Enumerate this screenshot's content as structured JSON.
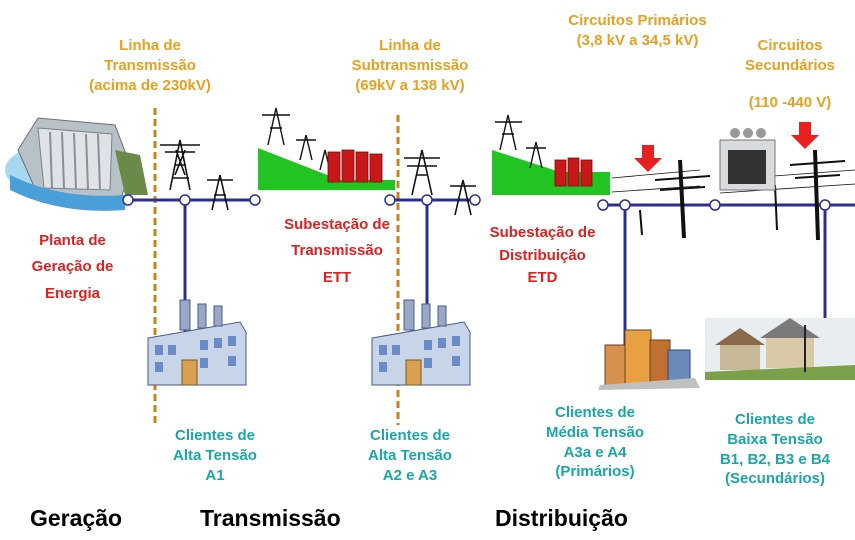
{
  "labels": {
    "linha_transmissao": "Linha de\nTransmissão\n(acima de  230kV)",
    "linha_subtransmissao": "Linha de\nSubtransmissão\n(69kV a 138 kV)",
    "circuitos_primarios": "Circuitos Primários\n(3,8 kV a 34,5 kV)",
    "circuitos_secundarios": "Circuitos\nSecundários",
    "circuitos_secundarios_range": "(110 -440 V)",
    "planta_geracao": "Planta de\nGeração de\nEnergia",
    "subestacao_transmissao": "Subestação de\nTransmissão\nETT",
    "subestacao_distribuicao": "Subestação de\nDistribuição\nETD",
    "clientes_a1": "Clientes de\nAlta Tensão\nA1",
    "clientes_a2_a3": "Clientes de\nAlta Tensão\nA2 e A3",
    "clientes_media": "Clientes de\nMédia Tensão\nA3a e A4\n(Primários)",
    "clientes_baixa": "Clientes de\nBaixa Tensão\nB1, B2, B3 e B4\n(Secundários)"
  },
  "stages": {
    "geracao": "Geração",
    "transmissao": "Transmissão",
    "distribuicao": "Distribuição"
  },
  "colors": {
    "label_orange": "#e8a020",
    "label_red": "#e02020",
    "label_teal": "#1aa7a7",
    "line_navy": "#2a2f8f",
    "ground_green": "#22c422",
    "transformer_red": "#c81818"
  },
  "icons": [
    "dam-icon",
    "transmission-tower-icon",
    "substation-icon",
    "factory-icon",
    "utility-pole-icon",
    "down-arrow-icon",
    "pad-transformer-icon",
    "buildings-icon",
    "houses-icon"
  ]
}
